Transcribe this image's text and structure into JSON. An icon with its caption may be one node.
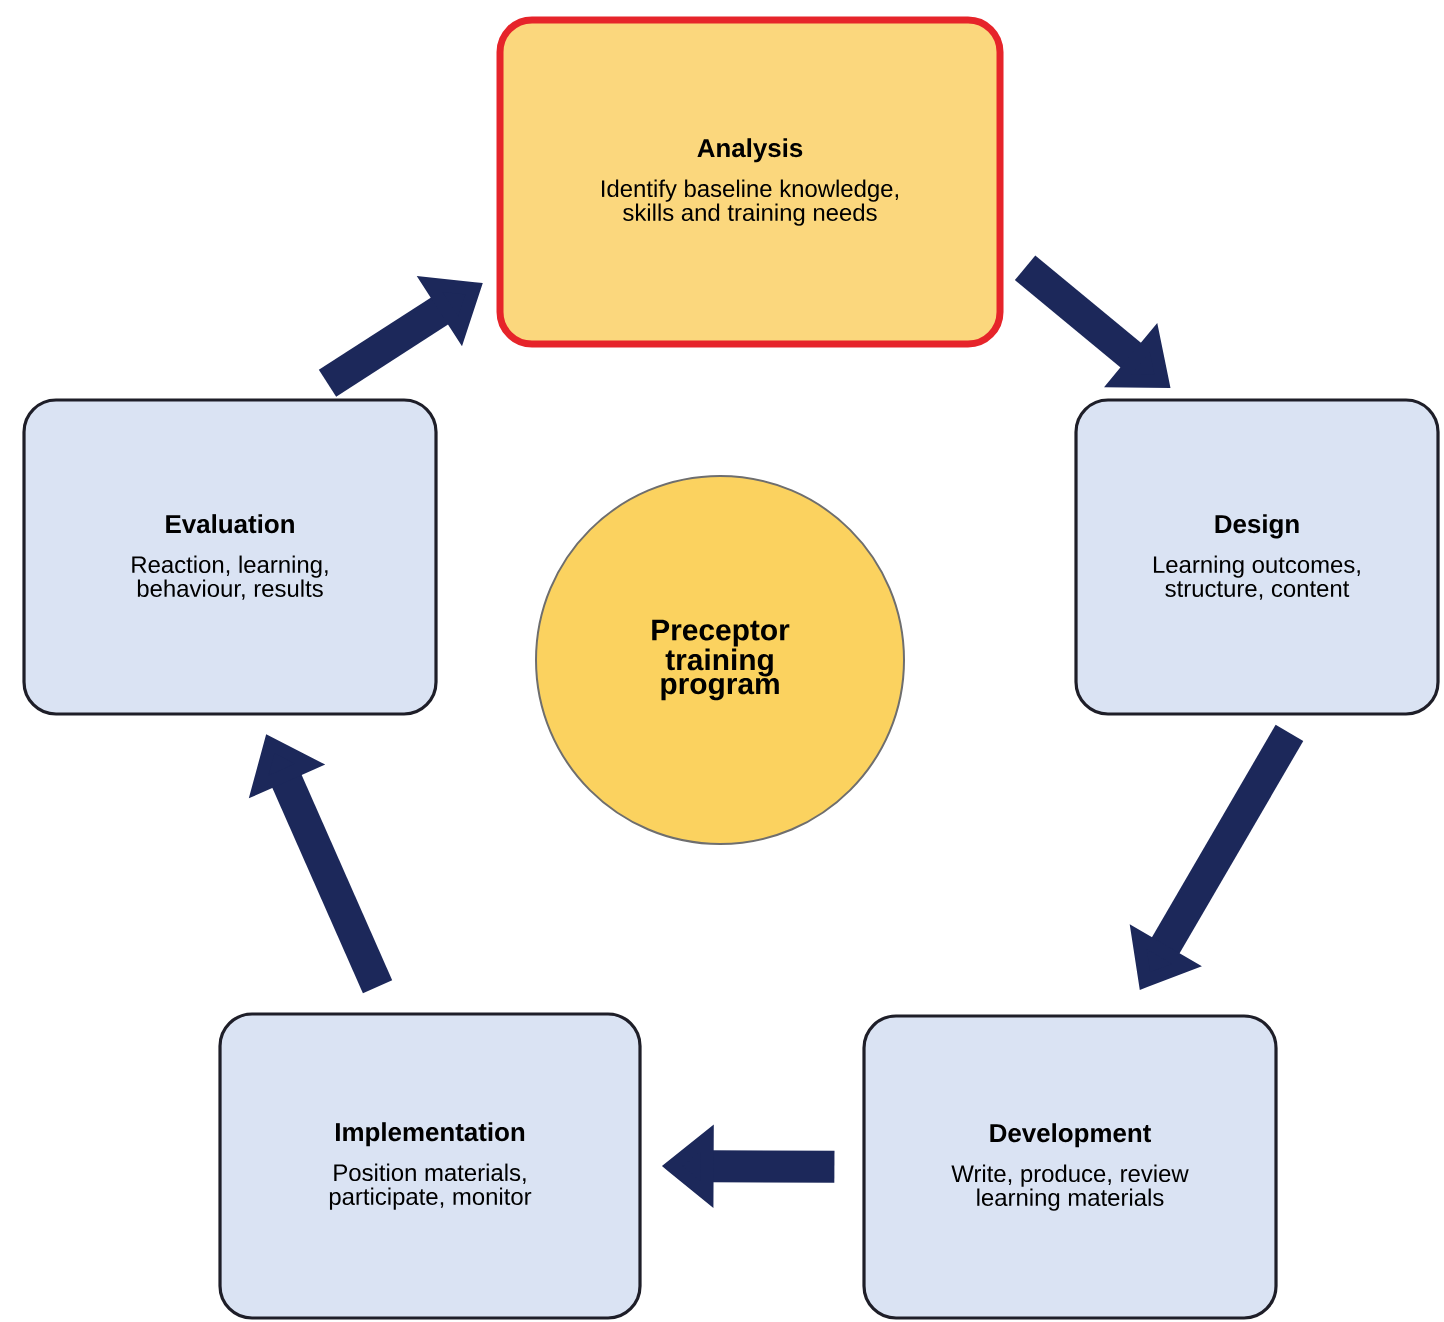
{
  "diagram": {
    "nodes": [
      {
        "text": [
          "Analysis",
          "Identify baseline knowledge, skills and training needs"
        ]
      },
      {
        "text": [
          "Design",
          "Learning outcomes, structure, content"
        ]
      },
      {
        "text": [
          "Development",
          "Write, produce, review learning materials"
        ]
      },
      {
        "text": [
          "Implementation",
          "Position materials, participate, monitor"
        ]
      },
      {
        "text": [
          "Evaluation",
          "Reaction, learning, behaviour, results"
        ]
      },
      {
        "text": [
          "Preceptor training program"
        ]
      }
    ],
    "edges": [
      {
        "from": 0,
        "to": 1,
        "arrow": "to"
      },
      {
        "from": 1,
        "to": 2,
        "arrow": "to"
      },
      {
        "from": 2,
        "to": 3,
        "arrow": "to"
      },
      {
        "from": 3,
        "to": 4,
        "arrow": "to"
      },
      {
        "from": 4,
        "to": 0,
        "arrow": "to"
      }
    ]
  }
}
